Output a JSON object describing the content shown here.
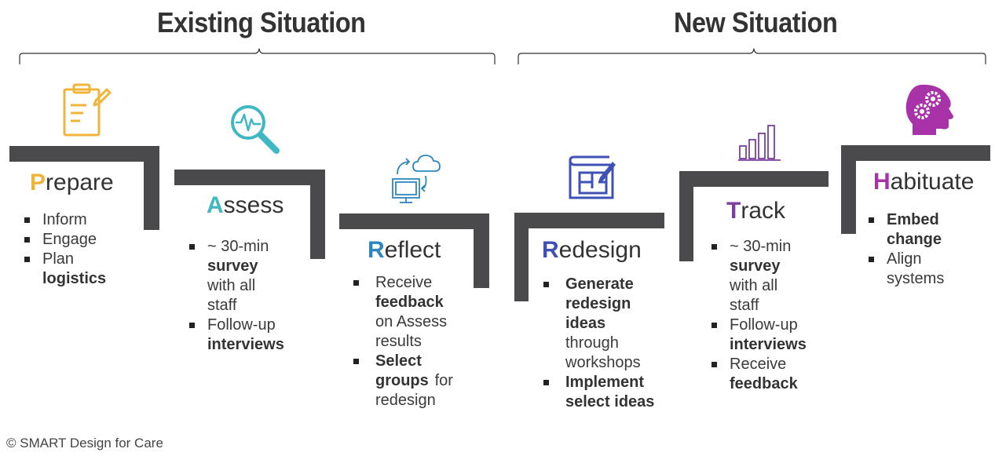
{
  "headers": {
    "existing": "Existing Situation",
    "new": "New Situation"
  },
  "colors": {
    "prepare": "#F0B43A",
    "assess": "#3FB8C4",
    "reflect": "#2E86C1",
    "redesign": "#3F51B5",
    "track": "#7B3F9E",
    "habituate": "#A832A8",
    "step_bar": "#4A4A4C"
  },
  "stages": [
    {
      "id": "prepare",
      "initial": "P",
      "rest": "repare",
      "icon": "clipboard-icon",
      "items": [
        {
          "text": "Inform",
          "bold": ""
        },
        {
          "text": "Engage",
          "bold": ""
        },
        {
          "text": "Plan",
          "bold": "logistics"
        }
      ]
    },
    {
      "id": "assess",
      "initial": "A",
      "rest": "ssess",
      "icon": "magnifier-pulse-icon",
      "items": [
        {
          "text": "~ 30-min",
          "bold": "survey",
          "after": "with all staff"
        },
        {
          "text": "Follow-up",
          "bold": "interviews"
        }
      ]
    },
    {
      "id": "reflect",
      "initial": "R",
      "rest": "eflect",
      "icon": "computer-cloud-sync-icon",
      "items": [
        {
          "text": "Receive",
          "bold": "feedback",
          "after": "on Assess results"
        },
        {
          "bold": "Select groups",
          "after": "for redesign"
        }
      ]
    },
    {
      "id": "redesign",
      "initial": "R",
      "rest": "edesign",
      "icon": "blueprint-icon",
      "items": [
        {
          "bold": "Generate redesign ideas",
          "after": "through workshops"
        },
        {
          "bold": "Implement select ideas"
        }
      ]
    },
    {
      "id": "track",
      "initial": "T",
      "rest": "rack",
      "icon": "bar-chart-icon",
      "items": [
        {
          "text": "~ 30-min",
          "bold": "survey",
          "after": "with all staff"
        },
        {
          "text": "Follow-up",
          "bold": "interviews"
        },
        {
          "text": "Receive",
          "bold": "feedback"
        }
      ]
    },
    {
      "id": "habituate",
      "initial": "H",
      "rest": "abituate",
      "icon": "head-gears-icon",
      "items": [
        {
          "bold": "Embed change"
        },
        {
          "text": "Align systems"
        }
      ]
    }
  ],
  "footer": {
    "copyright": "© SMART Design for Care"
  }
}
